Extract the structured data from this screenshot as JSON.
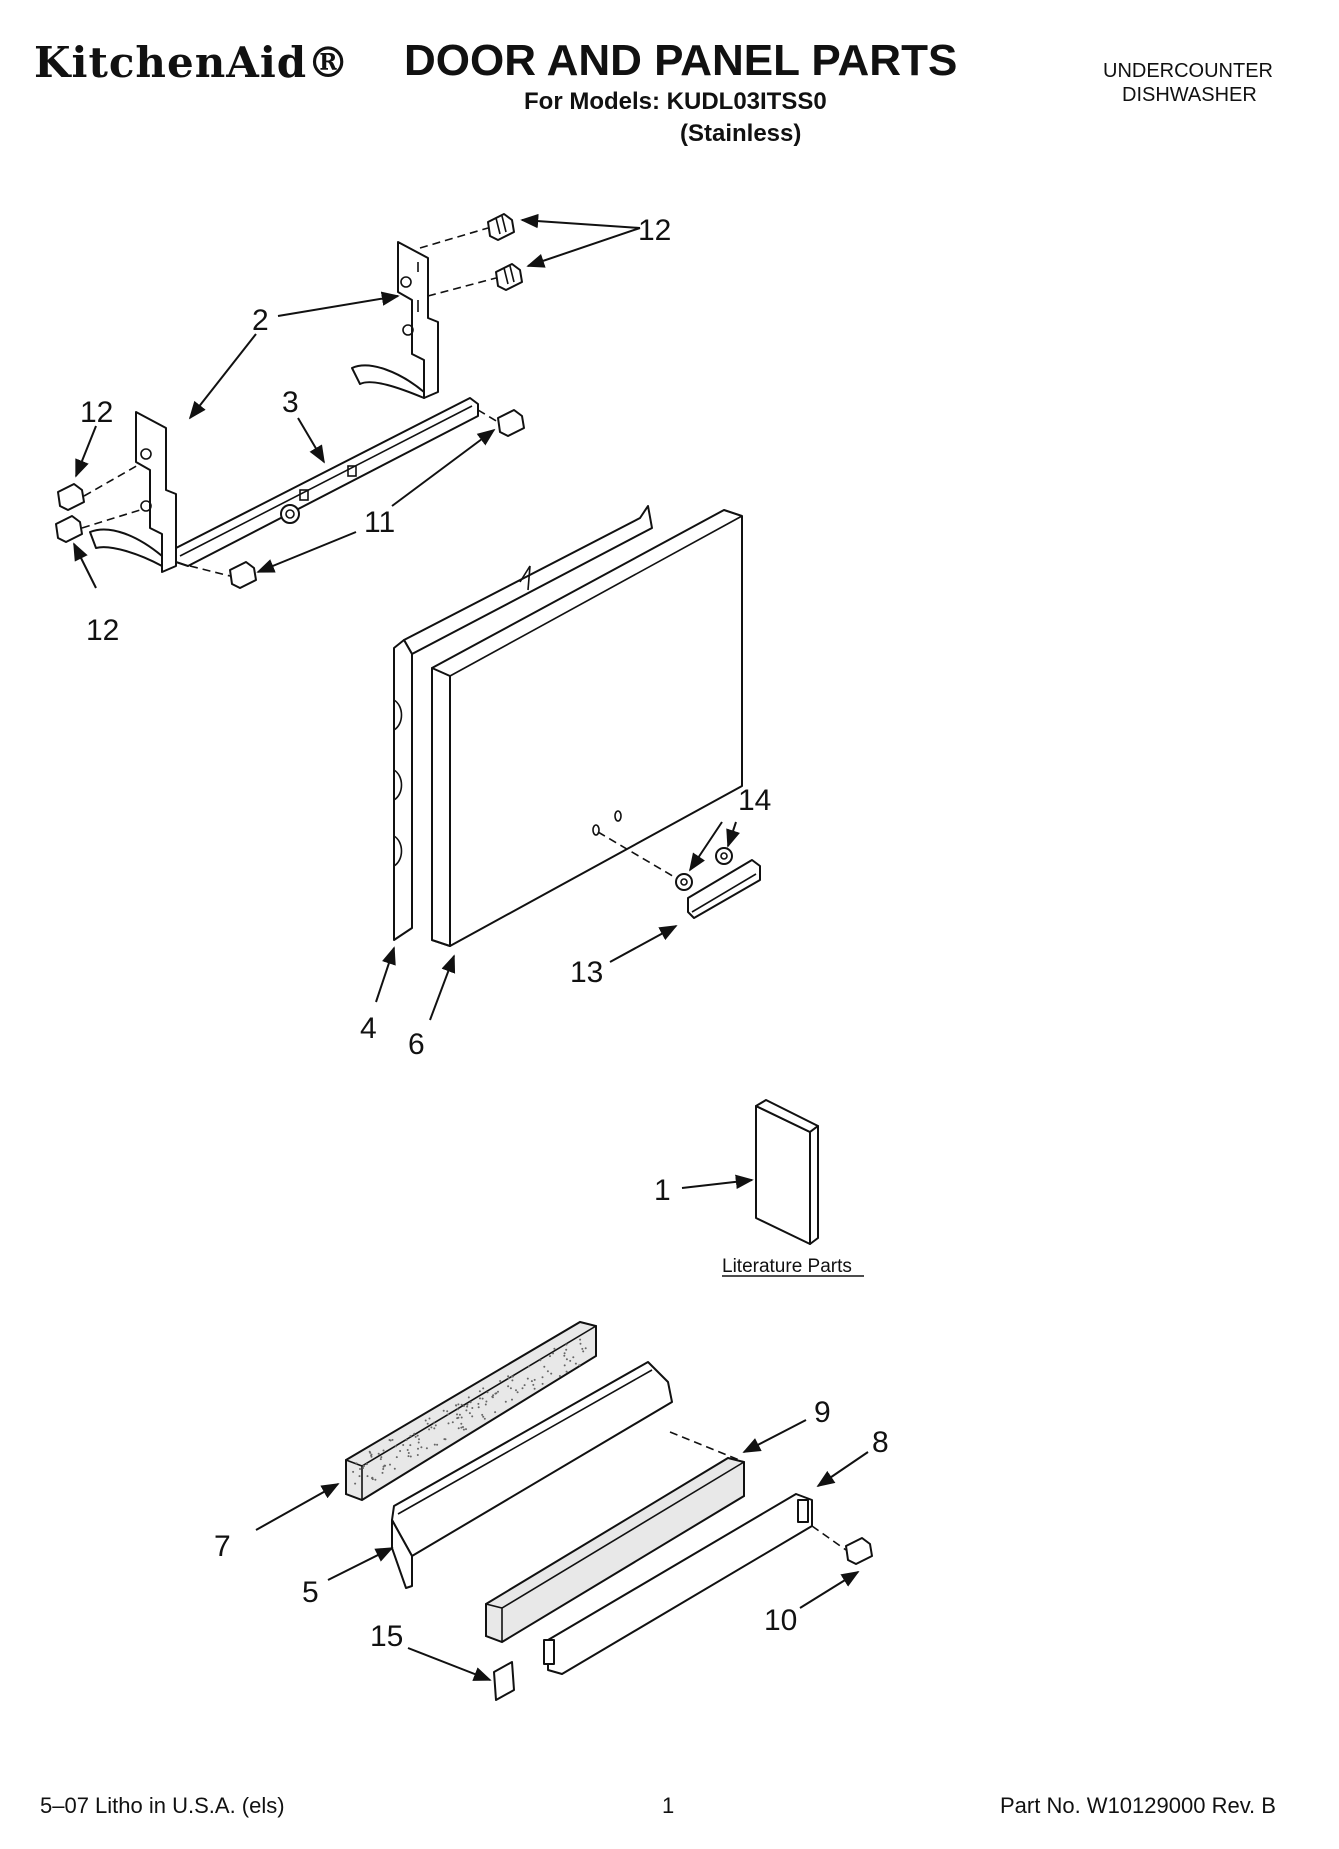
{
  "header": {
    "brand": "KitchenAid®",
    "title": "DOOR AND PANEL PARTS",
    "models_line": "For Models: KUDL03ITSS0",
    "finish": "(Stainless)",
    "appliance_line1": "UNDERCOUNTER",
    "appliance_line2": "DISHWASHER"
  },
  "callouts": {
    "c1": "1",
    "c2": "2",
    "c3": "3",
    "c4": "4",
    "c5": "5",
    "c6": "6",
    "c7": "7",
    "c8": "8",
    "c9": "9",
    "c10": "10",
    "c11": "11",
    "c12a": "12",
    "c12b": "12",
    "c12c": "12",
    "c13": "13",
    "c14": "14",
    "c15": "15"
  },
  "literature_label": "Literature Parts",
  "footer": {
    "litho": "5–07 Litho in U.S.A. (els)",
    "page": "1",
    "part_no": "Part No. W10129000 Rev. B"
  }
}
